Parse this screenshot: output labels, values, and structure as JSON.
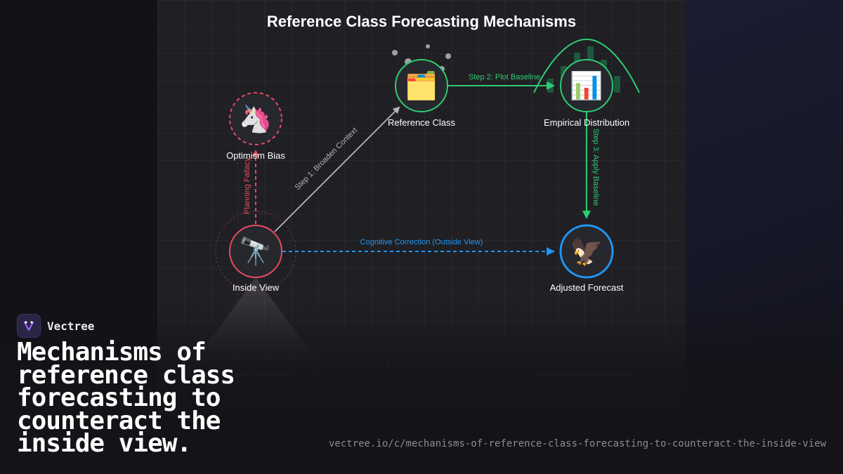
{
  "diagram": {
    "title": "Reference Class Forecasting Mechanisms",
    "nodes": {
      "optimism_bias": {
        "label": "Optimism Bias",
        "icon": "unicorn-icon",
        "color": "#e84a5f"
      },
      "reference_class": {
        "label": "Reference Class",
        "icon": "card-index-dividers-icon",
        "color": "#2ecc71"
      },
      "empirical_distribution": {
        "label": "Empirical Distribution",
        "icon": "bar-chart-icon",
        "color": "#2ecc71"
      },
      "inside_view": {
        "label": "Inside View",
        "icon": "telescope-icon",
        "color": "#e84a5f"
      },
      "adjusted_forecast": {
        "label": "Adjusted Forecast",
        "icon": "eagle-icon",
        "color": "#2196f3"
      }
    },
    "edges": {
      "planning_fallacy": "Planning Fallacy",
      "step1": "Step 1: Broaden Context",
      "step2": "Step 2: Plot Baseline",
      "step3": "Step 3: Apply Baseline",
      "correction": "Cognitive Correction (Outside View)"
    },
    "faint_labels": {
      "left": "...mate (Inside View)",
      "right": "Realistic Forecast (Outside View)"
    }
  },
  "brand": {
    "name": "Vectree"
  },
  "headline": "Mechanisms of reference class forecasting to counteract the inside view.",
  "url": "vectree.io/c/mechanisms-of-reference-class-forecasting-to-counteract-the-inside-view"
}
